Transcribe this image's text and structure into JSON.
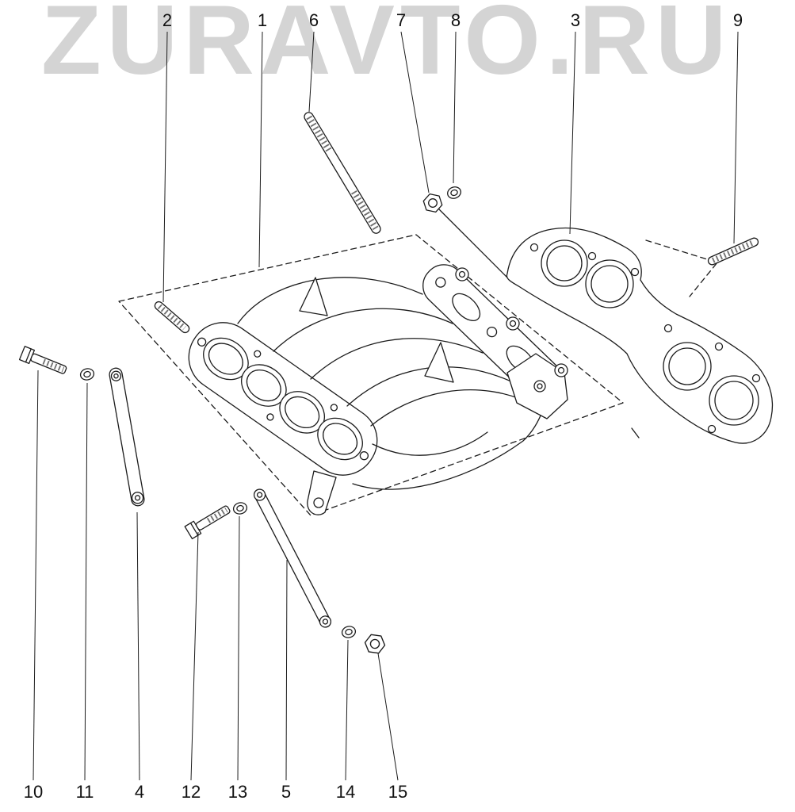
{
  "watermark": {
    "text": "ZURAVTO.RU"
  },
  "colors": {
    "background": "#ffffff",
    "line": "#1c1c1c",
    "watermark": "#d4d4d4"
  },
  "callouts": {
    "c1": "1",
    "c2": "2",
    "c3": "3",
    "c4": "4",
    "c5": "5",
    "c6": "6",
    "c7": "7",
    "c8": "8",
    "c9": "9",
    "c10": "10",
    "c11": "11",
    "c12": "12",
    "c13": "13",
    "c14": "14",
    "c15": "15"
  }
}
